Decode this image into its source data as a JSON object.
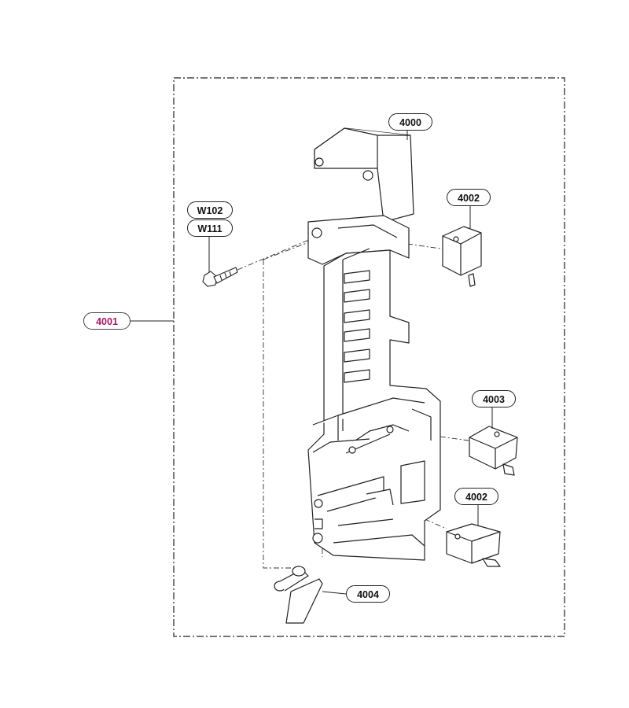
{
  "labels": {
    "p4000": "4000",
    "p4001": "4001",
    "p4002_top": "4002",
    "p4002_bottom": "4002",
    "p4003": "4003",
    "p4004": "4004",
    "w102": "W102",
    "w111": "W111"
  },
  "colors": {
    "line": "#222222",
    "group_label": "#a3176b"
  }
}
